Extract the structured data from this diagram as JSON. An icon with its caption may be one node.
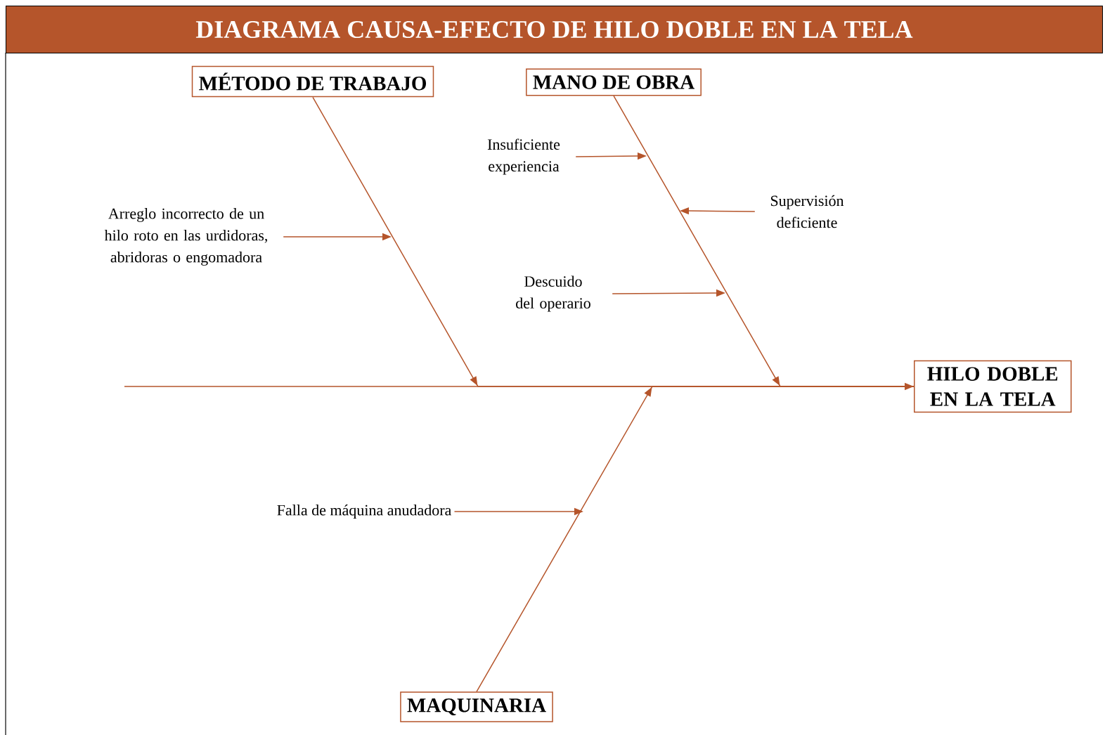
{
  "diagram": {
    "title": "DIAGRAMA CAUSA-EFECTO DE HILO DOBLE EN LA TELA",
    "nodes": [
      {
        "text": [
          "MÉTODO DE TRABAJO"
        ]
      },
      {
        "text": [
          "MANO DE OBRA"
        ]
      },
      {
        "text": [
          "HILO DOBLE EN LA TELA"
        ]
      },
      {
        "text": [
          "MAQUINARIA"
        ]
      },
      {
        "text": [
          "Arreglo incorrecto de un hilo roto en las urdidoras, abridoras o engomadora"
        ]
      },
      {
        "text": [
          "Insuficiente experiencia"
        ]
      },
      {
        "text": [
          "Supervisión deficiente"
        ]
      },
      {
        "text": [
          "Descuido del operario"
        ]
      },
      {
        "text": [
          "Falla de máquina anudadora"
        ]
      }
    ],
    "edges": [
      {
        "from": null,
        "to": 2,
        "arrow": "to"
      },
      {
        "from": 0,
        "to": 2,
        "arrow": "to"
      },
      {
        "from": 1,
        "to": 2,
        "arrow": "to"
      },
      {
        "from": 3,
        "to": 2,
        "arrow": "to"
      },
      {
        "from": 4,
        "to": null,
        "arrow": "to"
      },
      {
        "from": 5,
        "to": null,
        "arrow": "to"
      },
      {
        "from": 6,
        "to": null,
        "arrow": "to"
      },
      {
        "from": 7,
        "to": null,
        "arrow": "to"
      },
      {
        "from": 8,
        "to": null,
        "arrow": "to"
      }
    ]
  }
}
